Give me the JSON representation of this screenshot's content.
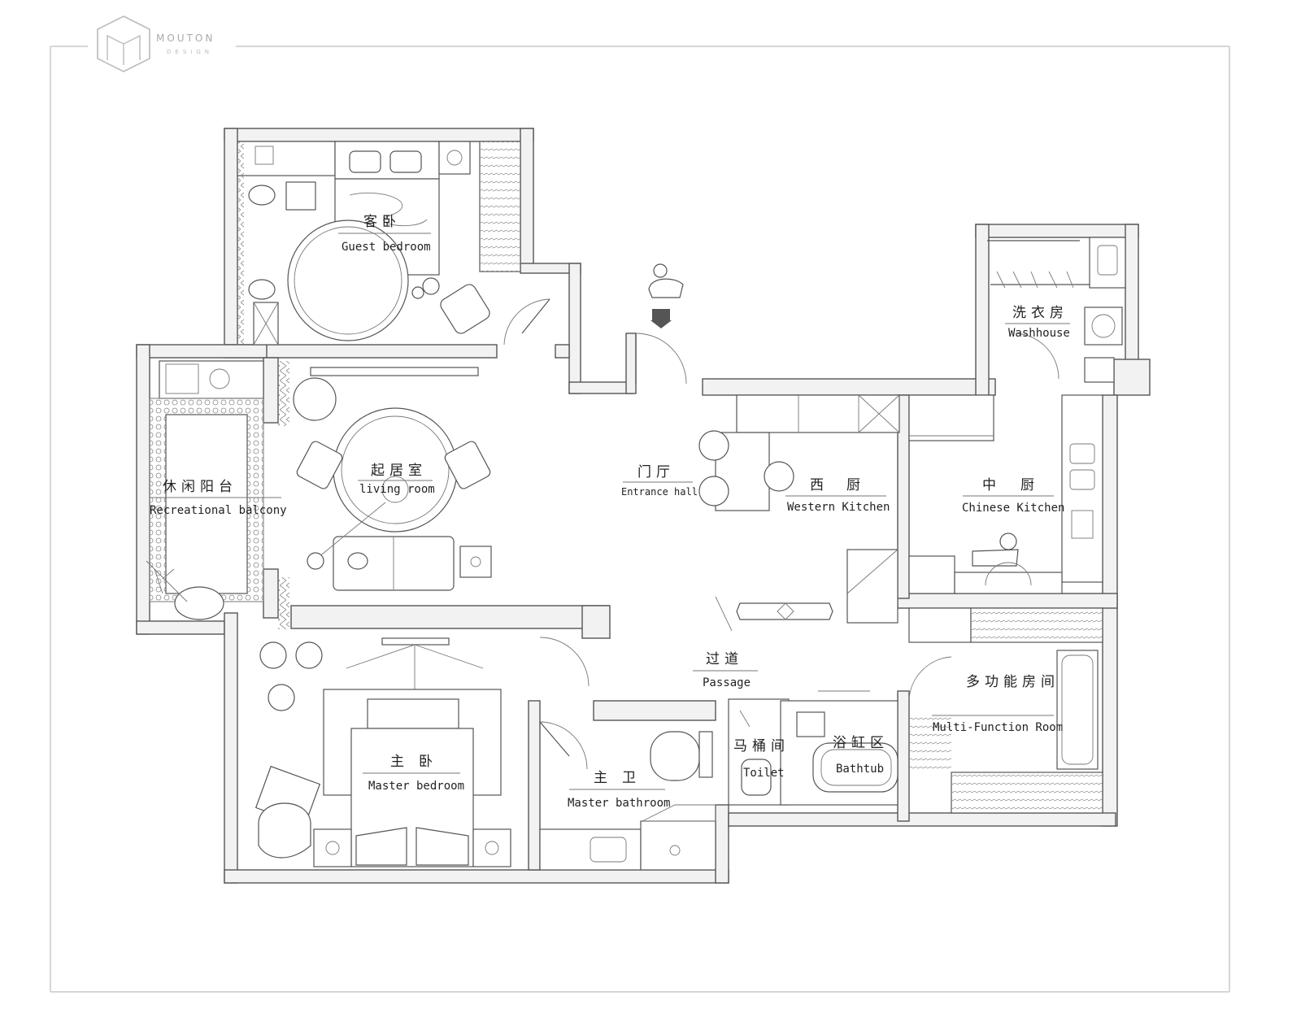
{
  "brand": {
    "name": "MOUTON",
    "sub": "DESIGN"
  },
  "rooms": {
    "guest_bedroom": {
      "zh": "客卧",
      "en": "Guest bedroom"
    },
    "washhouse": {
      "zh": "洗衣房",
      "en": "Washhouse"
    },
    "recreational_balcony": {
      "zh": "休闲阳台",
      "en": "Recreational balcony"
    },
    "living_room": {
      "zh": "起居室",
      "en": "living room"
    },
    "entrance_hall": {
      "zh": "门厅",
      "en": "Entrance hall"
    },
    "western_kitchen": {
      "zh": "西厨",
      "en": "Western Kitchen"
    },
    "chinese_kitchen": {
      "zh": "中厨",
      "en": "Chinese Kitchen"
    },
    "passage": {
      "zh": "过道",
      "en": "Passage"
    },
    "multi_function_room": {
      "zh": "多功能房间",
      "en": "Multi-Function Room"
    },
    "toilet": {
      "zh": "马桶间",
      "en": "Toilet"
    },
    "bathtub": {
      "zh": "浴缸区",
      "en": "Bathtub"
    },
    "master_bedroom": {
      "zh": "主卧",
      "en": "Master bedroom"
    },
    "master_bathroom": {
      "zh": "主卫",
      "en": "Master bathroom"
    }
  },
  "colors": {
    "wall_fill": "#f2f2f2",
    "line": "#555555",
    "frame": "#d6d6d6"
  }
}
